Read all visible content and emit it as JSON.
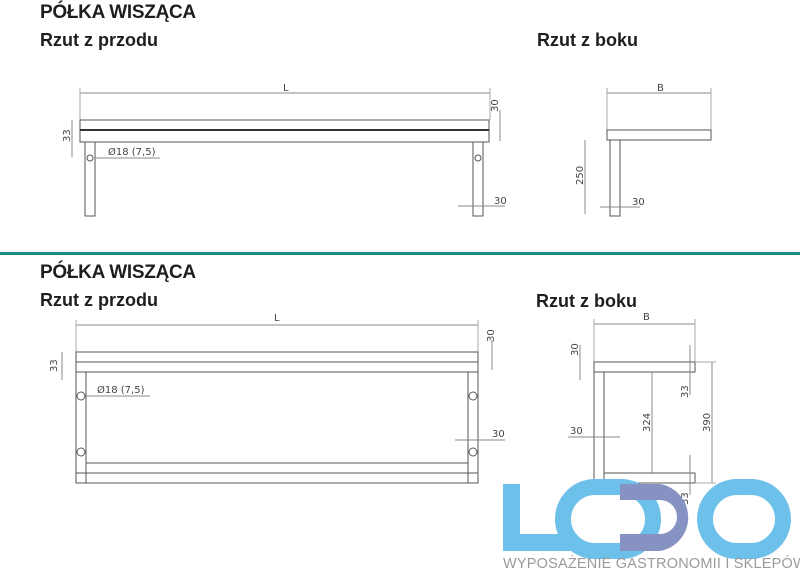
{
  "section1": {
    "title": "PÓŁKA WISZĄCA",
    "front_label": "Rzut z przodu",
    "side_label": "Rzut z boku"
  },
  "section2": {
    "title": "PÓŁKA WISZĄCA",
    "front_label": "Rzut z przodu",
    "side_label": "Rzut z boku"
  },
  "dims": {
    "L": "L",
    "B": "B",
    "d30": "30",
    "d33": "33",
    "hole": "Ø18 (7,5)",
    "d250": "250",
    "d324": "324",
    "d390": "390"
  },
  "logo": {
    "text": "LODO",
    "tagline": "WYPOSAŻENIE GASTRONOMII I SKLEPÓW"
  },
  "colors": {
    "divider": "#1f8c7c",
    "logo_light": "#6dc0ea",
    "logo_dark": "#8592c2"
  }
}
